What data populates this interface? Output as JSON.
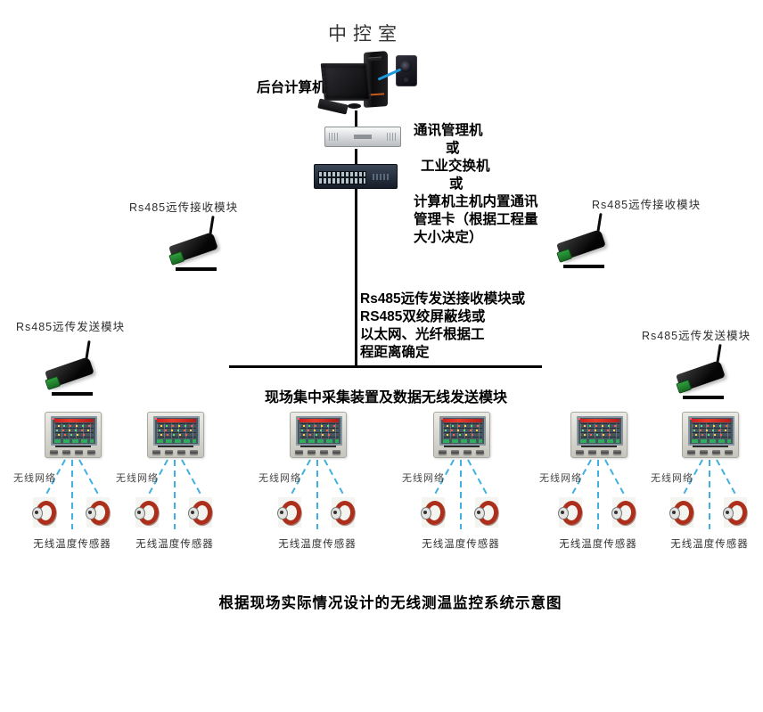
{
  "diagram": {
    "title": "中控室",
    "bottom_caption": "根据现场实际情况设计的无线测温监控系统示意图"
  },
  "control_room": {
    "computer_label": "后台计算机",
    "comm_lines": [
      "通讯管理机",
      "或",
      "工业交换机",
      "或",
      "计算机主机内置通讯",
      "管理卡（根据工程量",
      "大小决定）"
    ]
  },
  "rs485": {
    "receiver_left_label": "Rs485远传接收模块",
    "receiver_right_label": "Rs485远传接收模块",
    "sender_left_label": "Rs485远传发送模块",
    "sender_right_label": "Rs485远传发送模块",
    "bus_lines": [
      "Rs485远传发送接收模块或",
      "RS485双绞屏蔽线或",
      "以太网、光纤根据工",
      "程距离确定"
    ]
  },
  "field": {
    "caption": "现场集中采集装置及数据无线发送模块",
    "groups": [
      {
        "network_label": "无线网络",
        "sensor_label": "无线温度传感器"
      },
      {
        "network_label": "无线网络",
        "sensor_label": "无线温度传感器"
      },
      {
        "network_label": "无线网络",
        "sensor_label": "无线温度传感器"
      },
      {
        "network_label": "无线网络",
        "sensor_label": "无线温度传感器"
      },
      {
        "network_label": "无线网络",
        "sensor_label": "无线温度传感器"
      },
      {
        "network_label": "无线网络",
        "sensor_label": "无线温度传感器"
      }
    ]
  },
  "colors": {
    "connector_line": "#000000",
    "wireless_dash": "#3FB0E0",
    "sensor_ring": "#AB2F1A",
    "computer_link_blue": "#1F97DC"
  }
}
